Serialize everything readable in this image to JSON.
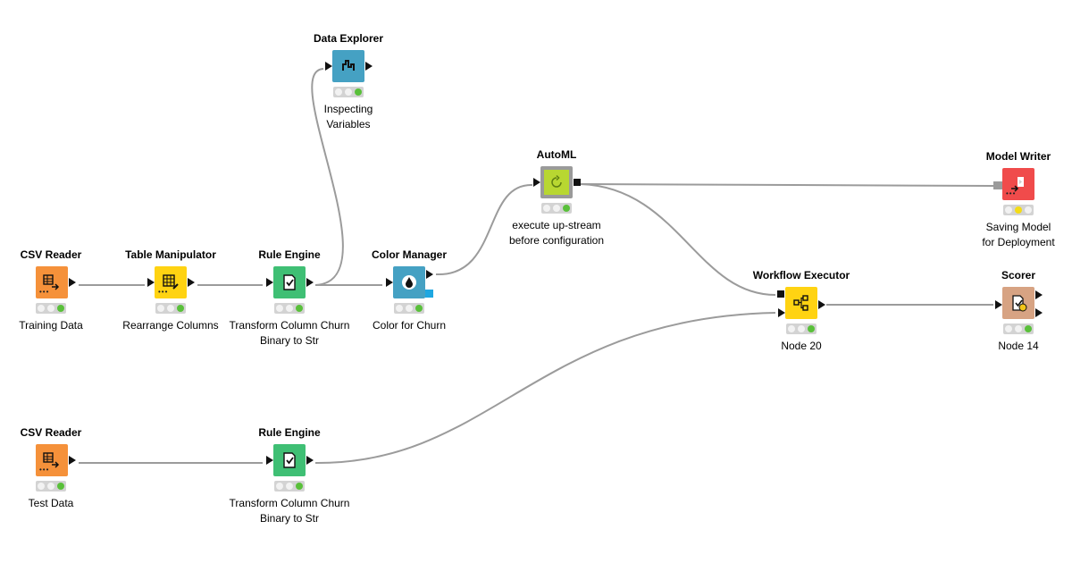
{
  "colors": {
    "reader": "#f5913a",
    "manipulator": "#ffd312",
    "engine": "#3fbf74",
    "explorer": "#45a1c3",
    "automl": "#b8d731",
    "writer": "#f04b4b",
    "executor": "#ffd312",
    "scorer": "#d7a383",
    "connection": "#9b9b9b"
  },
  "nodes": {
    "csv_reader_1": {
      "title": "CSV Reader",
      "desc": "Training Data",
      "icon": "table-arrow-icon"
    },
    "table_manipulator": {
      "title": "Table Manipulator",
      "desc": "Rearrange Columns",
      "icon": "table-edit-icon"
    },
    "rule_engine_1": {
      "title": "Rule Engine",
      "desc": "Transform Column Churn\nBinary to Str",
      "icon": "checklist-icon"
    },
    "color_manager": {
      "title": "Color Manager",
      "desc": "Color for Churn",
      "icon": "droplet-icon"
    },
    "data_explorer": {
      "title": "Data Explorer",
      "desc": "Inspecting\nVariables",
      "icon": "chart-icon"
    },
    "automl": {
      "title": "AutoML",
      "desc": "execute up-stream\nbefore configuration",
      "icon": "refresh-icon"
    },
    "model_writer": {
      "title": "Model Writer",
      "desc": "Saving Model\nfor Deployment",
      "icon": "export-icon"
    },
    "workflow_executor": {
      "title": "Workflow Executor",
      "desc": "Node 20",
      "icon": "workflow-icon"
    },
    "scorer": {
      "title": "Scorer",
      "desc": "Node 14",
      "icon": "score-icon"
    },
    "csv_reader_2": {
      "title": "CSV Reader",
      "desc": "Test Data",
      "icon": "table-arrow-icon"
    },
    "rule_engine_2": {
      "title": "Rule Engine",
      "desc": "Transform Column Churn\nBinary to Str",
      "icon": "checklist-icon"
    }
  }
}
